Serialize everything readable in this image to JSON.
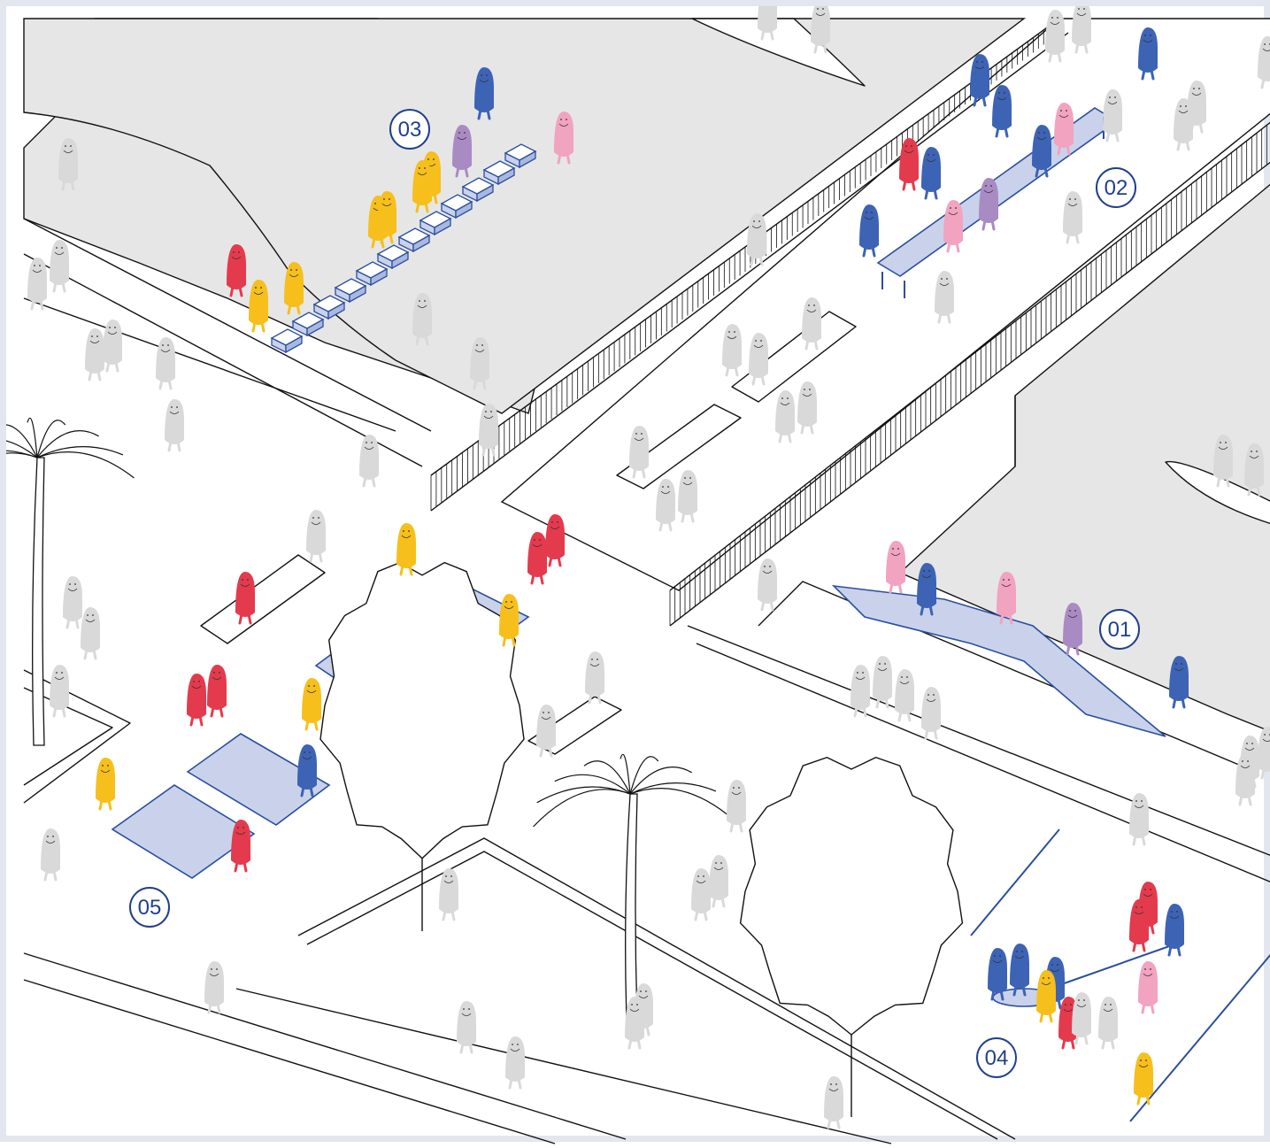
{
  "zones": [
    {
      "id": "z01",
      "label": "01"
    },
    {
      "id": "z02",
      "label": "02"
    },
    {
      "id": "z03",
      "label": "03"
    },
    {
      "id": "z04",
      "label": "04"
    },
    {
      "id": "z05",
      "label": "05"
    }
  ],
  "colors": {
    "accent": "#1f3f8f",
    "figure_blue": "#3d63b5",
    "figure_red": "#e43a4d",
    "figure_yellow": "#f6bf1b",
    "figure_pink": "#f1a3c0",
    "figure_purple": "#a98bc3",
    "figure_grey": "#d9d9d9",
    "ground_grey": "#e6e6e6",
    "frame_border": "#e2e6ee"
  },
  "figures": [
    {
      "color": "blue",
      "count": 14
    },
    {
      "color": "red",
      "count": 11
    },
    {
      "color": "yellow",
      "count": 12
    },
    {
      "color": "pink",
      "count": 6
    },
    {
      "color": "purple",
      "count": 3
    },
    {
      "color": "grey",
      "count": 60
    }
  ]
}
